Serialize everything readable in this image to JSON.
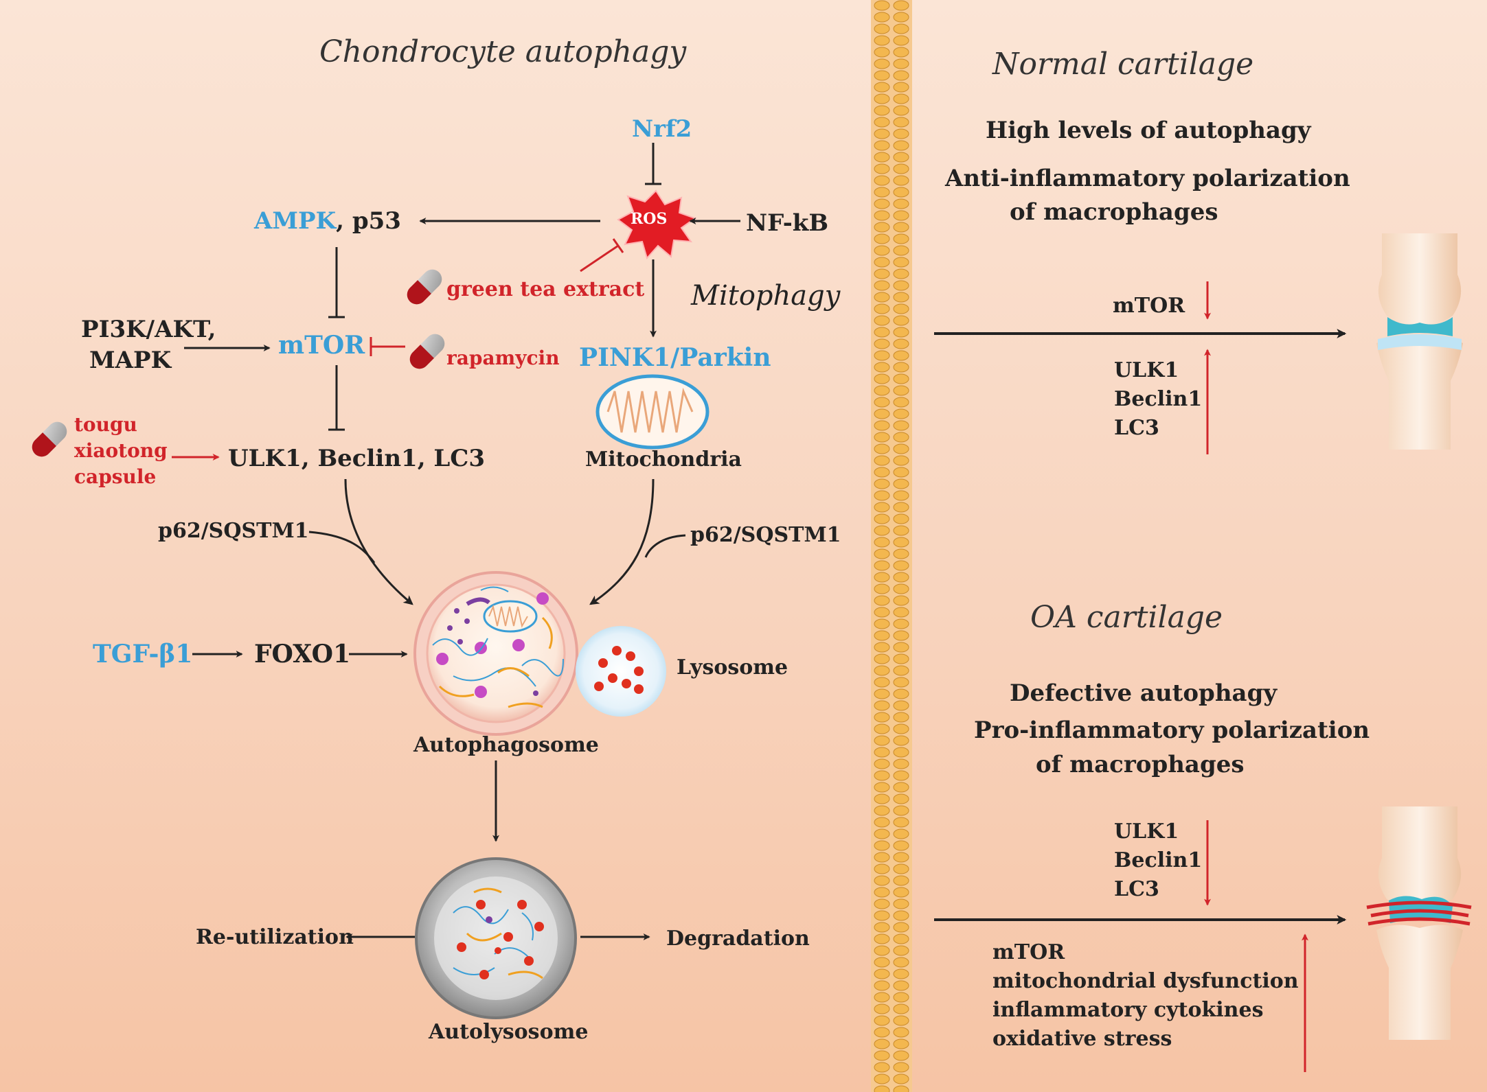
{
  "left": {
    "title": "Chondrocyte autophagy",
    "nrf2": "Nrf2",
    "ros": "ROS",
    "nfkb": "NF-kB",
    "ampk": "AMPK",
    "p53": ", p53",
    "green_tea": "green tea extract",
    "mitophagy": "Mitophagy",
    "pi3k": "PI3K/AKT,",
    "mapk": "MAPK",
    "mtor": "mTOR",
    "rapamycin": "rapamycin",
    "pink1": "PINK1/Parkin",
    "tougu": "tougu",
    "xiaotong": "xiaotong",
    "capsule": "capsule",
    "ulk_beclin_lc3": "ULK1, Beclin1, LC3",
    "mitochondria": "Mitochondria",
    "p62_left": "p62/SQSTM1",
    "p62_right": "p62/SQSTM1",
    "tgf": "TGF-β1",
    "foxo1": "FOXO1",
    "lysosome": "Lysosome",
    "autophagosome": "Autophagosome",
    "reutilization": "Re-utilization",
    "degradation": "Degradation",
    "autolysosome": "Autolysosome"
  },
  "right": {
    "normal": {
      "title": "Normal cartilage",
      "line1": "High levels of autophagy",
      "line2": "Anti-inflammatory polarization",
      "line3": "of macrophages",
      "down": "mTOR",
      "up": [
        "ULK1",
        "Beclin1",
        "LC3"
      ]
    },
    "oa": {
      "title": "OA cartilage",
      "line1": "Defective autophagy",
      "line2": "Pro-inflammatory polarization",
      "line3": "of macrophages",
      "down": [
        "ULK1",
        "Beclin1",
        "LC3"
      ],
      "up": [
        "mTOR",
        "mitochondrial dysfunction",
        "inflammatory cytokines",
        "oxidative stress"
      ]
    }
  },
  "colors": {
    "blue": "#3a9ed6",
    "red": "#d1242a",
    "arrow": "#222222",
    "membrane": "#e8b760"
  }
}
